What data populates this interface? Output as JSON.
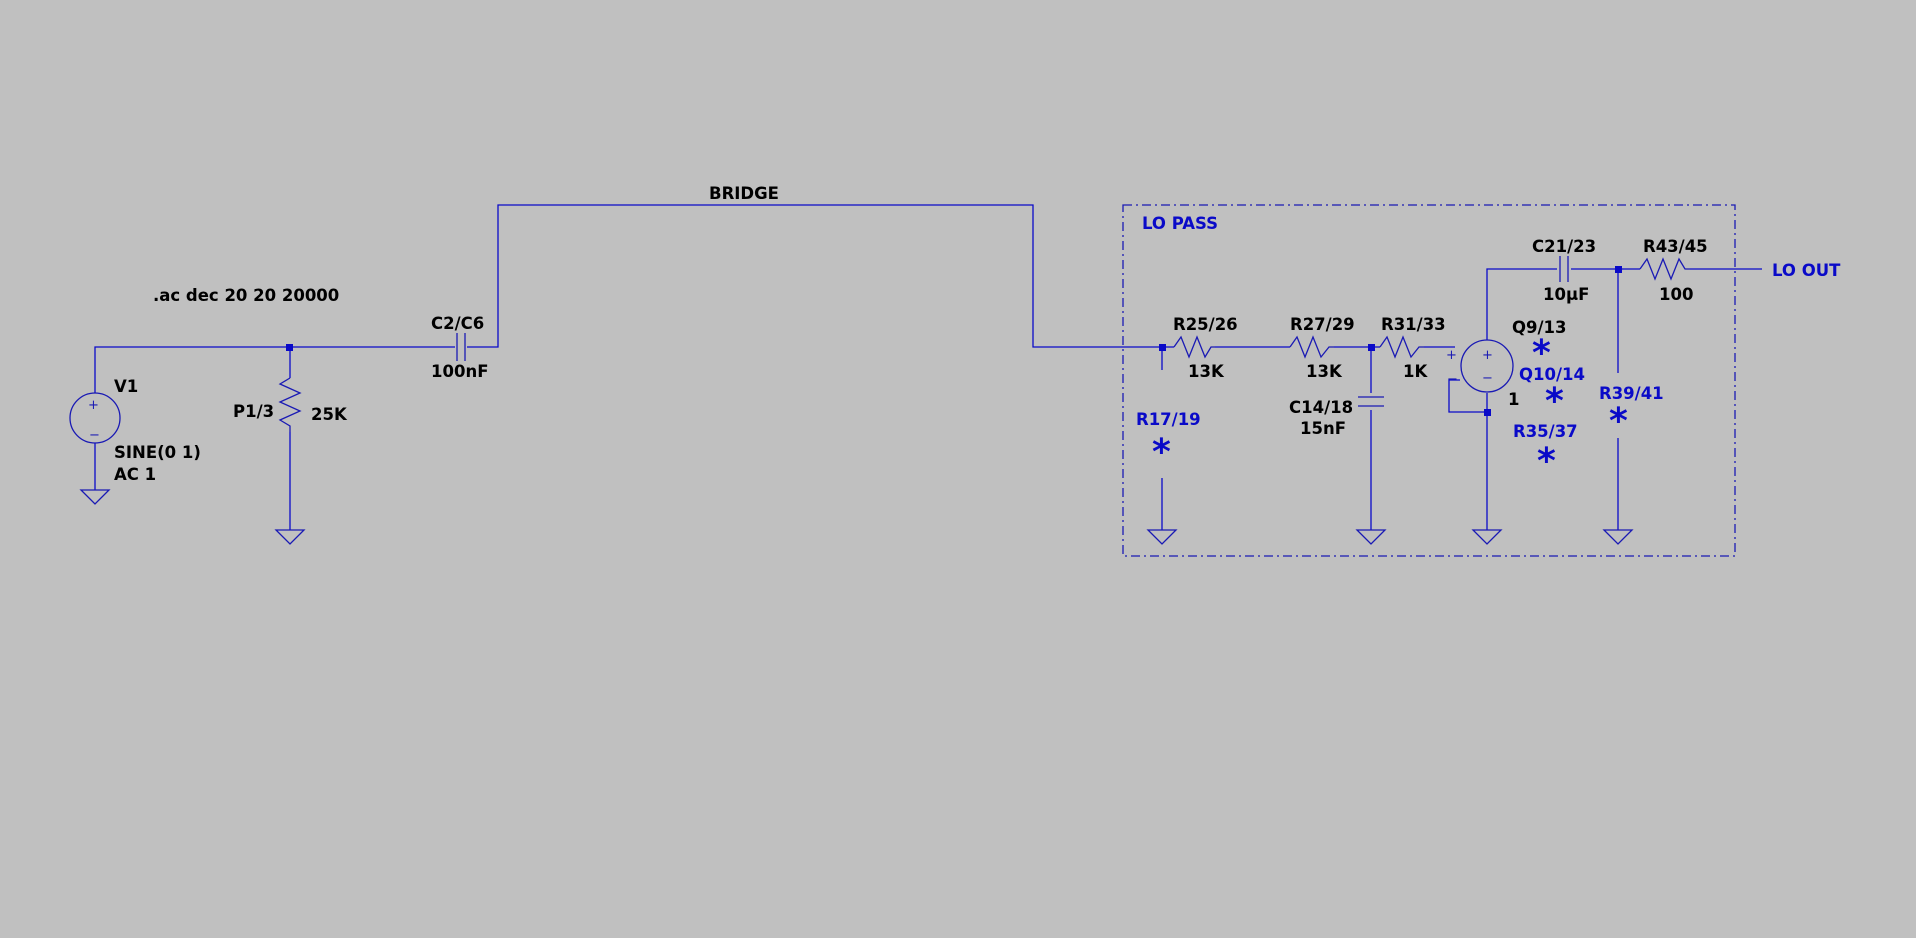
{
  "directive": ".ac dec 20 20 20000",
  "net_labels": {
    "bridge": "BRIDGE",
    "lo_out": "LO OUT"
  },
  "block": {
    "title": "LO PASS"
  },
  "v1": {
    "name": "V1",
    "value1": "SINE(0 1)",
    "value2": "AC 1"
  },
  "p1": {
    "name": "P1/3",
    "value": "25K"
  },
  "c2": {
    "name": "C2/C6",
    "value": "100nF"
  },
  "r25": {
    "name": "R25/26",
    "value": "13K"
  },
  "r27": {
    "name": "R27/29",
    "value": "13K"
  },
  "r31": {
    "name": "R31/33",
    "value": "1K"
  },
  "c14": {
    "name": "C14/18",
    "value": "15nF"
  },
  "c21": {
    "name": "C21/23",
    "value": "10µF"
  },
  "r43": {
    "name": "R43/45",
    "value": "100"
  },
  "opamp": {
    "pin_label": "1"
  },
  "placeholders": {
    "r17": {
      "name": "R17/19",
      "mark": "*"
    },
    "q9": {
      "name": "Q9/13",
      "mark": "*"
    },
    "q10": {
      "name": "Q10/14",
      "mark": "*"
    },
    "r35": {
      "name": "R35/37",
      "mark": "*"
    },
    "r39": {
      "name": "R39/41",
      "mark": "*"
    }
  },
  "colors": {
    "background": "#c0c0c0",
    "wire": "#0a0ac8",
    "text": "#000000",
    "placeholder_text": "#0a0ac8"
  }
}
